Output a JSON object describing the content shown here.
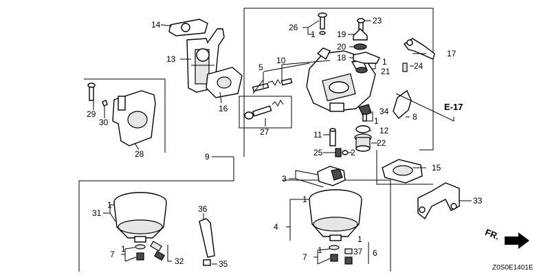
{
  "diagram": {
    "reference_code": "Z0S0E1401E",
    "page_reference": "E-17",
    "front_marker": "FR.",
    "callouts": {
      "c14": "14",
      "c13": "13",
      "c16": "16",
      "c26": "26",
      "c26_sub": "1",
      "c23": "23",
      "c19": "19",
      "c20": "20",
      "c18": "18",
      "c18_sub": "1",
      "c21": "21",
      "c17": "17",
      "c24": "24",
      "c5": "5",
      "c10": "10",
      "c29": "29",
      "c30": "30",
      "c28": "28",
      "c27": "27",
      "c9": "9",
      "c34": "34",
      "c34_sub": "1",
      "c12": "12",
      "c8": "8",
      "c11": "11",
      "c22": "22",
      "c25": "25",
      "c2": "2",
      "c15": "15",
      "c3": "3",
      "c31": "31",
      "c31_sub": "1",
      "c36": "36",
      "c7a": "7",
      "c7a_sub": "1",
      "c32": "32",
      "c35": "35",
      "c4": "4",
      "c4_sub": "1",
      "c33": "33",
      "c7b": "7",
      "c7b_sub": "1",
      "c37": "37",
      "c37_sub": "1",
      "c6": "6"
    }
  }
}
